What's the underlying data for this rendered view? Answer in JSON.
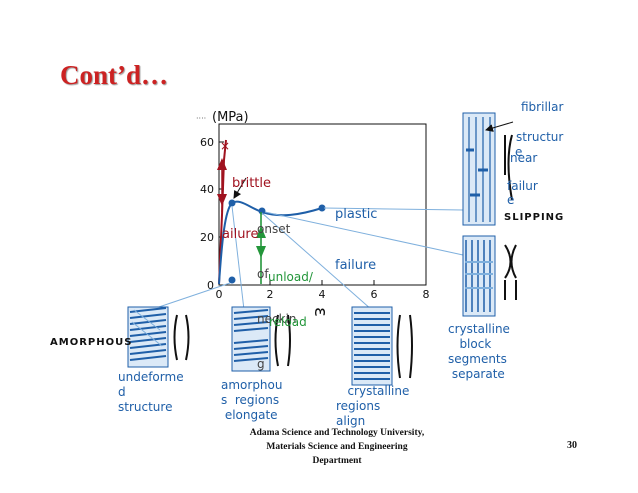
{
  "slide": {
    "title": "Cont’d…",
    "footer": "Adama Science and Technology University,\nMaterials Science and Engineering\nDepartment",
    "page_number": "30"
  },
  "plot": {
    "y_axis_label": "(MPa)",
    "y_axis_prefix": "····",
    "y_ticks": [
      "60",
      "40",
      "20",
      "0"
    ],
    "x_ticks": [
      "0",
      "2",
      "4",
      "6",
      "8"
    ],
    "x_axis_glyph": "ε",
    "colors": {
      "brittle": "#a0121f",
      "plastic": "#1f5fa8",
      "unload": "#23963a",
      "axis": "#111111"
    }
  },
  "annotations": {
    "brittle": [
      "brittle",
      "ailure"
    ],
    "plastic": [
      "plastic",
      "failure"
    ],
    "onset": [
      "onset",
      "of",
      "neckin",
      "g"
    ],
    "unload": [
      "unload/",
      "reload"
    ]
  },
  "labels": {
    "fibrillar": "fibrillar",
    "structure": "structur",
    "structure_tail": "e",
    "near": "near",
    "failure": "failur",
    "failure_tail": "e",
    "slipping": "SLIPPING",
    "amorphous": "AMORPHOUS",
    "undeformed": "undeforme\nd\nstructure",
    "amorphous_regions": "amorphou\ns  regions\n elongate",
    "crystalline_regions": "   crystalline\nregions\nalign",
    "crystalline_block": "crystalline\n   block\nsegments\n separate"
  }
}
